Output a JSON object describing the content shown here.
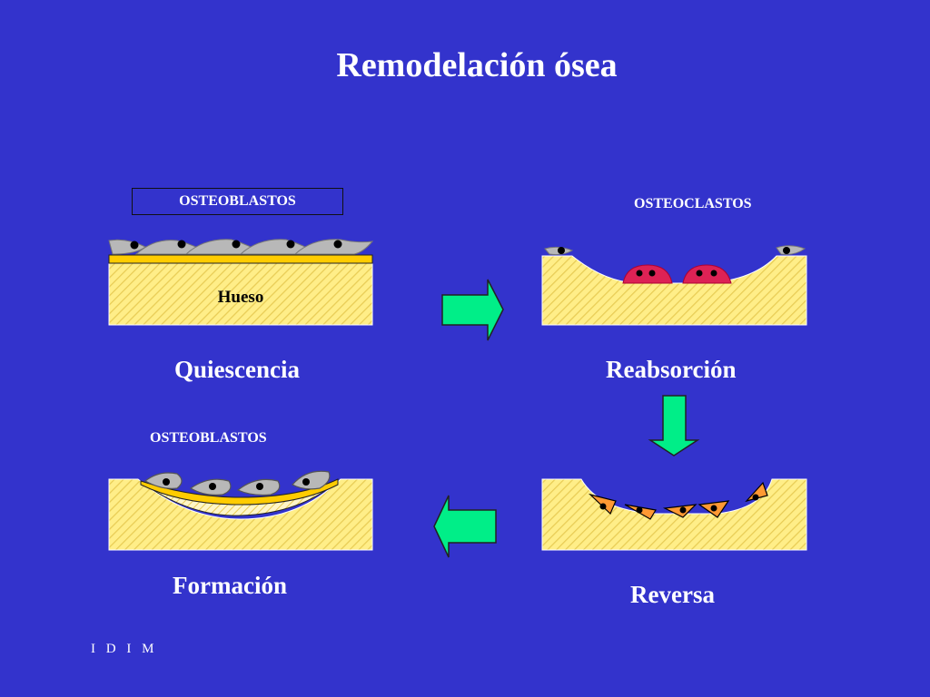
{
  "title": "Remodelación ósea",
  "labels": {
    "osteoblastos_top": "OSTEOBLASTOS",
    "osteoclastos": "OSTEOCLASTOS",
    "osteoblastos_bottom": "OSTEOBLASTOS",
    "hueso": "Hueso"
  },
  "stages": {
    "quiescencia": "Quiescencia",
    "reabsorcion": "Reabsorción",
    "formacion": "Formación",
    "reversa": "Reversa"
  },
  "footer": "I D I M",
  "colors": {
    "background": "#3333cc",
    "bone": "#ffee88",
    "lining": "#ffcc00",
    "arrow": "#00ee88",
    "osteoclast": "#dd2255",
    "reversal_cell": "#ff9933",
    "osteoblast": "#b8b8b8"
  },
  "icons": {
    "arrows": [
      "arrow-right-icon",
      "arrow-down-icon",
      "arrow-left-icon"
    ]
  }
}
